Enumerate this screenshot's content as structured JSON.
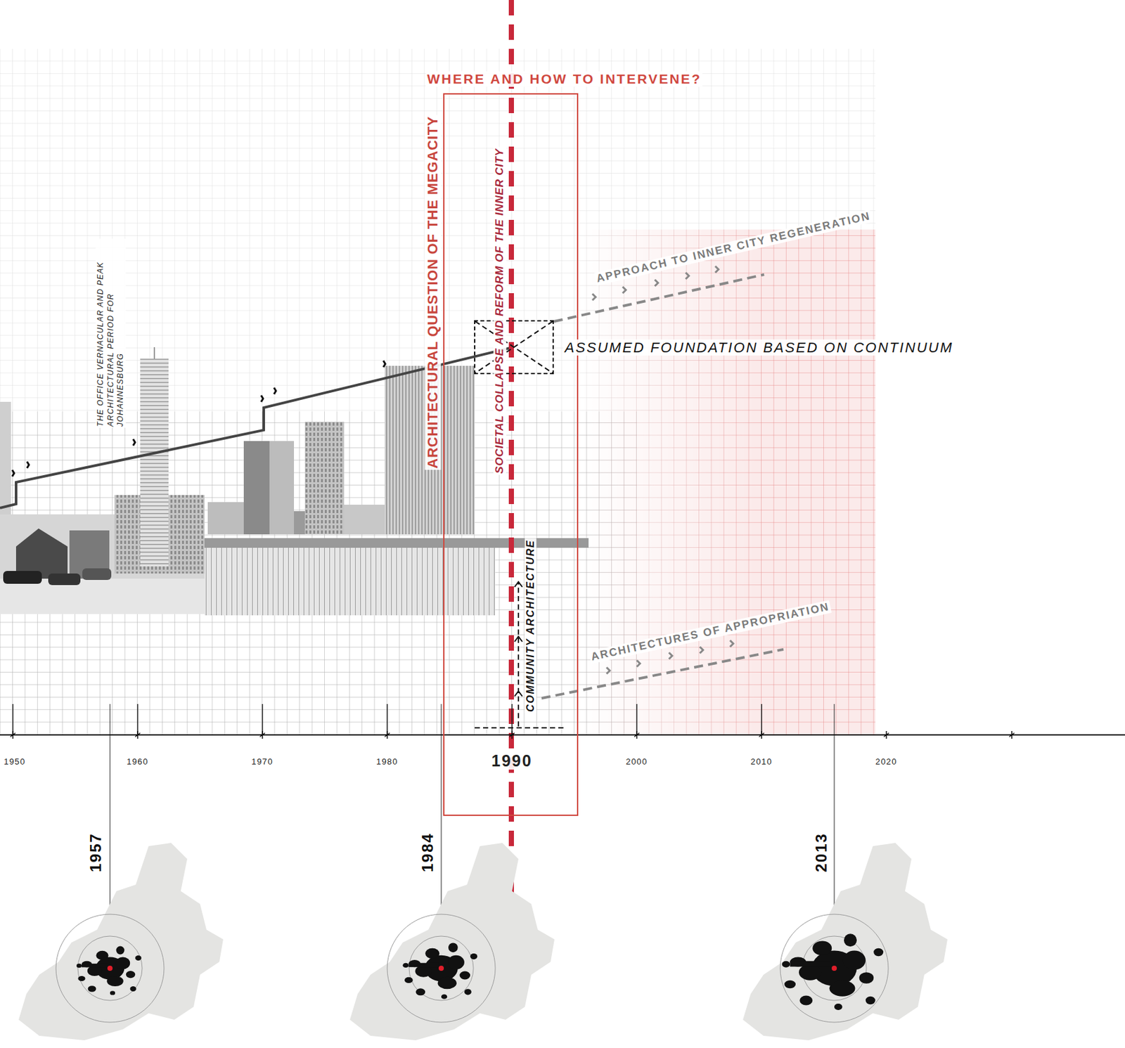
{
  "diagram": {
    "nodes": [
      {
        "text": [
          "WHERE AND HOW TO INTERVENE?",
          "ARCHITECTURAL QUESTION OF THE MEGACITY"
        ]
      },
      {
        "text": [
          "ASSUMED FOUNDATION BASED ON CONTINUUM"
        ],
        "in": 0
      }
    ],
    "labels": [
      "THE OFFICE VERNACULAR AND PEAK ARCHITECTURAL PERIOD FOR JOHANNESBURG",
      "SOCIETAL COLLAPSE AND REFORM OF THE INNER CITY",
      "APPROACH TO INNER CITY REGENERATION",
      "COMMUNITY ARCHITECTURE",
      "ARCHITECTURES OF APPROPRIATION",
      "1950",
      "1960",
      "1970",
      "1980",
      "1990",
      "2000",
      "2010",
      "2020",
      "1957",
      "1984",
      "2013"
    ]
  }
}
